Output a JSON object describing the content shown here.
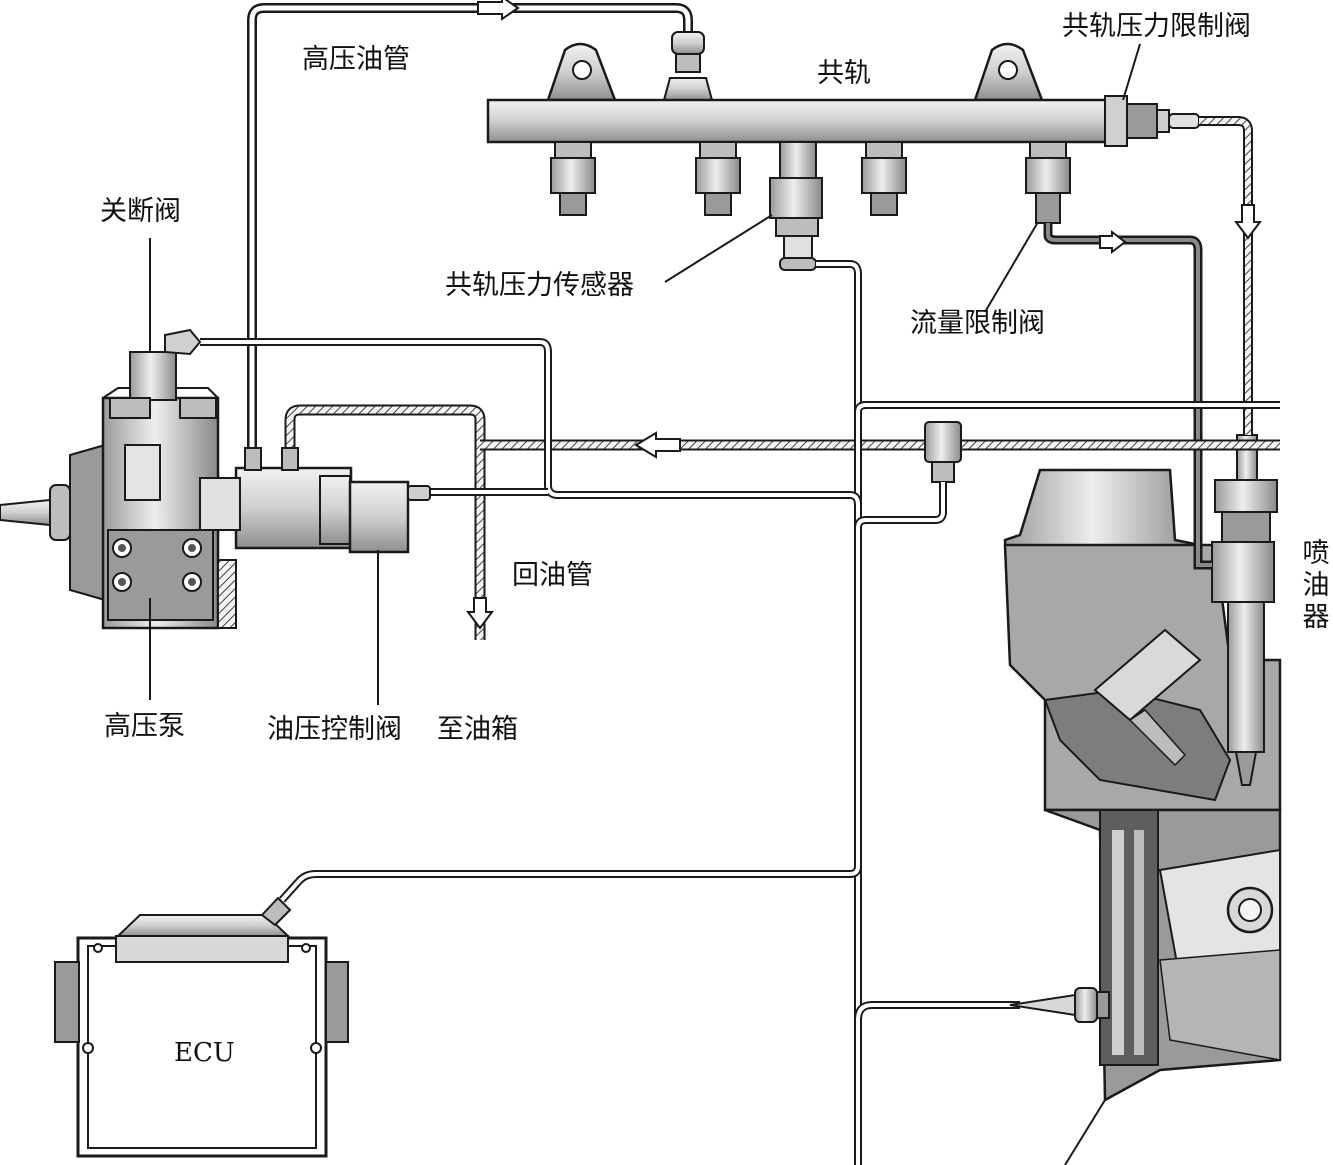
{
  "labels": {
    "hp_pipe": "高压油管",
    "rail": "共轨",
    "rail_limit_valve": "共轨压力限制阀",
    "shutoff_valve": "关断阀",
    "rail_sensor": "共轨压力传感器",
    "flow_limit_valve": "流量限制阀",
    "return_pipe": "回油管",
    "injector": "喷油器",
    "hp_pump": "高压泵",
    "oil_control_valve": "油压控制阀",
    "to_tank": "至油箱",
    "ecu": "ECU"
  },
  "colors": {
    "line": "#1a1a1a",
    "part_light": "#e2e2e2",
    "part_mid": "#bdbdbd",
    "part_dark": "#8a8a8a",
    "engine": "#a8a8a8",
    "engine_dark": "#6f6f6f"
  }
}
